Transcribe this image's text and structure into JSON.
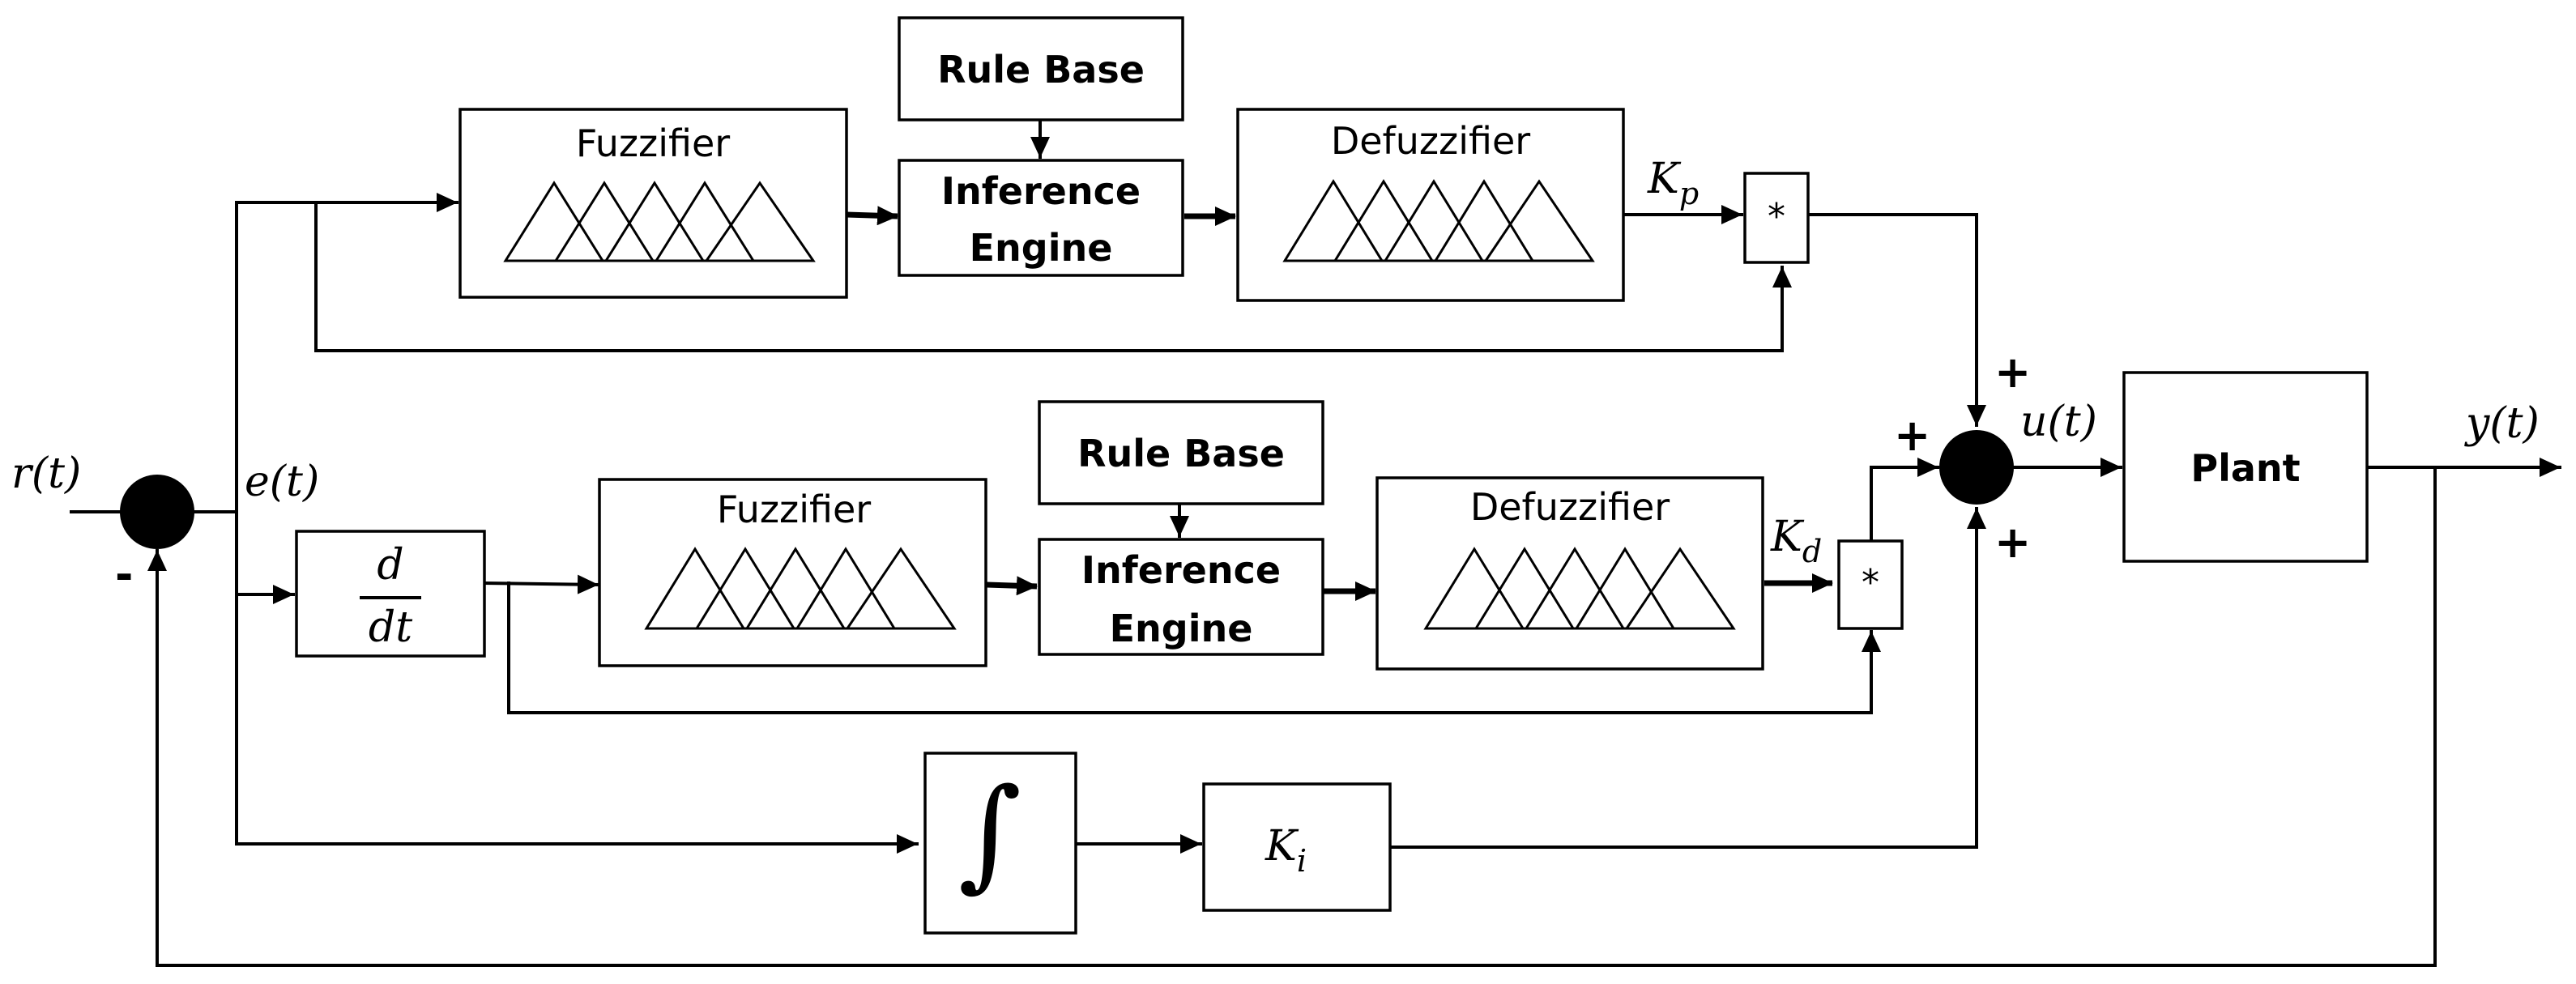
{
  "labels": {
    "fuzzifier": "Fuzzifier",
    "rule_base": "Rule Base",
    "inference_line1": "Inference",
    "inference_line2": "Engine",
    "defuzzifier": "Defuzzifier",
    "plant": "Plant",
    "multiply": "*",
    "integral": "∫"
  },
  "signals": {
    "reference": "r(t)",
    "error": "e(t)",
    "control": "u(t)",
    "output": "y(t)"
  },
  "gains": {
    "kp_base": "K",
    "kp_sub": "p",
    "kd_base": "K",
    "kd_sub": "d",
    "ki_base": "K",
    "ki_sub": "i"
  },
  "derivative": {
    "numerator": "d",
    "denominator": "dt"
  },
  "signs": {
    "feedback_minus": "-",
    "plus_top": "+",
    "plus_left": "+",
    "plus_bottom": "+"
  }
}
